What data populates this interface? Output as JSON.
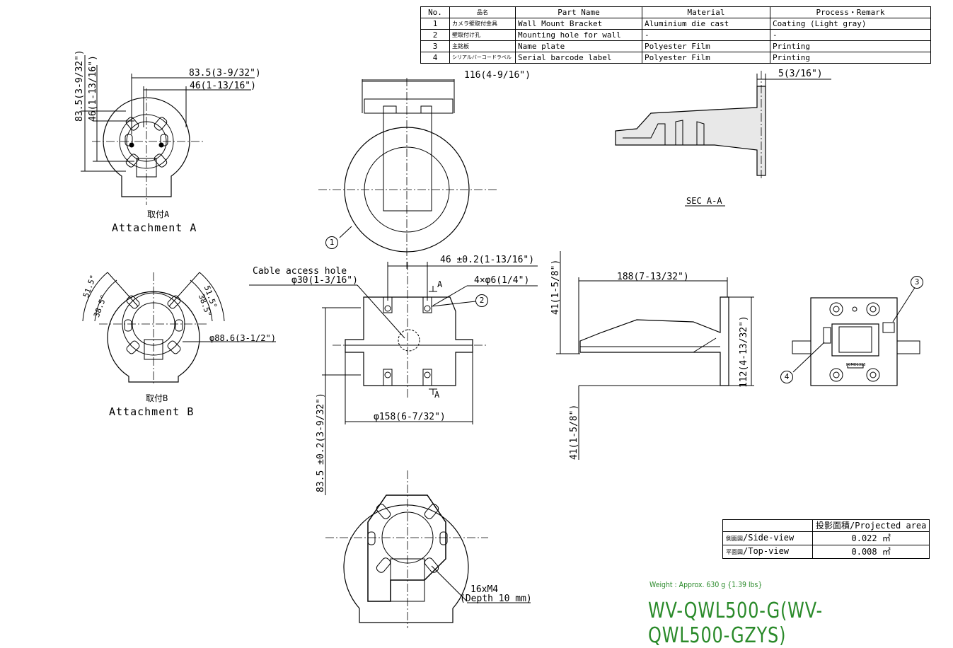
{
  "parts_table": {
    "headers": [
      "No.",
      "品名",
      "Part Name",
      "Material",
      "Process・Remark"
    ],
    "rows": [
      {
        "no": "1",
        "jp": "カメラ壁取付金具",
        "name": "Wall Mount Bracket",
        "material": "Aluminium die cast",
        "remark": "Coating (Light gray)"
      },
      {
        "no": "2",
        "jp": "壁取付け孔",
        "name": "Mounting hole for wall",
        "material": "-",
        "remark": "-"
      },
      {
        "no": "3",
        "jp": "主銘板",
        "name": "Name plate",
        "material": "Polyester Film",
        "remark": "Printing"
      },
      {
        "no": "4",
        "jp": "シリアルバーコードラベル",
        "name": "Serial barcode label",
        "material": "Polyester Film",
        "remark": "Printing"
      }
    ]
  },
  "attachment_a": {
    "jp": "取付A",
    "label": "Attachment A",
    "dim_83": "83.5(3-9/32\")",
    "dim_46": "46(1-13/16\")",
    "vdim_83": "83.5(3-9/32\")",
    "vdim_46": "46(1-13/16\")"
  },
  "attachment_b": {
    "jp": "取付B",
    "label": "Attachment B",
    "angle_a": "51.5°",
    "angle_b": "38.5°",
    "angle_c": "51.5°",
    "angle_d": "38.5°",
    "dia": "φ88.6(3-1/2\")"
  },
  "main_view": {
    "width_116": "116(4-9/16\")",
    "dim_46_tol": "46 ±0.2(1-13/16\")",
    "holes": "4×φ6(1/4\")",
    "cable_hole_label": "Cable access hole",
    "cable_hole_dia": "φ30(1-3/16\")",
    "section_mark": "A",
    "section_mark_b": "A",
    "dia_158": "φ158(6-7/32\")",
    "vdim_83_tol": "83.5 ±0.2(3-9/32\")",
    "screws": "16xM4",
    "screws_depth": "(Depth 10 mm)"
  },
  "section_view": {
    "label": "SEC A-A",
    "thickness": "5(3/16\")"
  },
  "side_view": {
    "len_188": "188(7-13/32\")",
    "v41_top": "41(1-5/8\")",
    "v41_bottom": "41(1-5/8\")",
    "v112": "112(4-13/32\")"
  },
  "callouts": [
    "1",
    "2",
    "3",
    "4"
  ],
  "plate_text": "PCMD1338",
  "area_table": {
    "header": "投影面積/Projected area",
    "rows": [
      {
        "label_jp": "側面図",
        "label": "/Side-view",
        "value": "0.022 ㎡"
      },
      {
        "label_jp": "平面図",
        "label": "/Top-view",
        "value": "0.008 ㎡"
      }
    ]
  },
  "weight": "Weight : Approx. 630 g {1.39 lbs}",
  "model": "WV-QWL500-G(WV-QWL500-GZYS)"
}
